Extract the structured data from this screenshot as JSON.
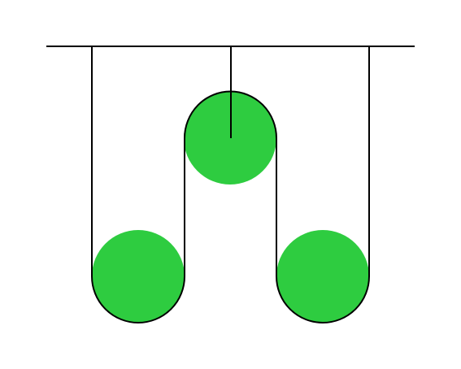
{
  "diagram": {
    "type": "pulley-system",
    "pulleys": [
      {
        "name": "left-lower-pulley",
        "fill": "#2ecc40"
      },
      {
        "name": "center-upper-pulley",
        "fill": "#2ecc40"
      },
      {
        "name": "right-lower-pulley",
        "fill": "#2ecc40"
      }
    ],
    "rope_color": "#000000",
    "ceiling_color": "#000000",
    "background": "#ffffff"
  }
}
